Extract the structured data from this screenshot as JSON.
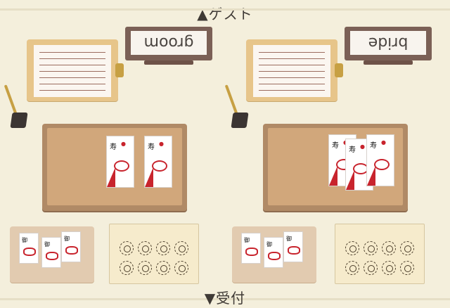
{
  "top_label": "▲ゲスト",
  "bottom_label": "▼受付",
  "left_station": {
    "sign_text": "groom",
    "envelope_mark": "寿",
    "small_envelope_mark": "御"
  },
  "right_station": {
    "sign_text": "bride",
    "envelope_mark": "寿",
    "small_envelope_mark": "御"
  },
  "colors": {
    "background": "#f4efdc",
    "clipboard": "#e7c58a",
    "paper_lines": "#9b6c5e",
    "board": "#b08a66",
    "cork": "#d1a77b",
    "accent_red": "#c8242d",
    "sign_frame": "#7b6056"
  }
}
